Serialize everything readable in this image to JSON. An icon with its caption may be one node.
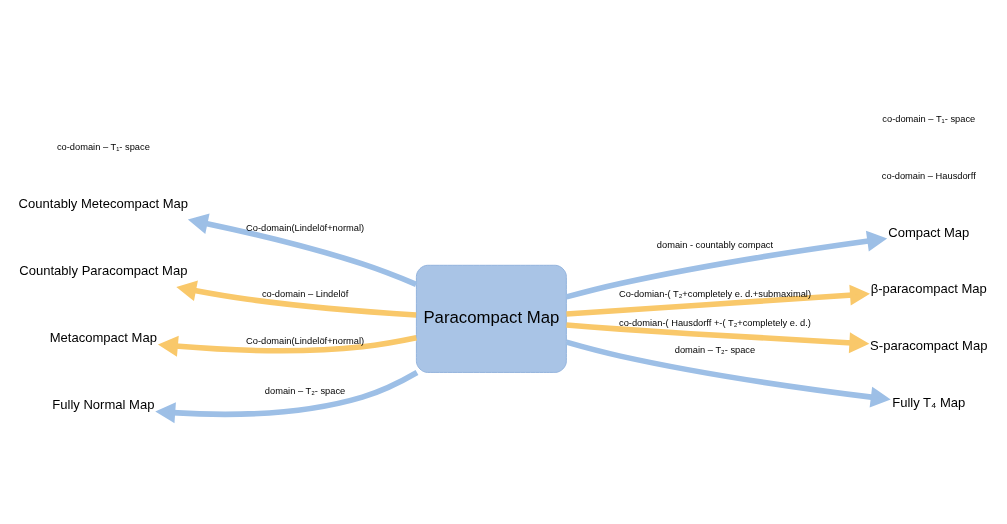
{
  "diagram": {
    "nodes": [
      {
        "text": [
          "Countably Metecompact Map"
        ]
      },
      {
        "text": [
          "Compact Map"
        ]
      },
      {
        "text": [
          "Countably Paracompact Map"
        ]
      },
      {
        "text": [
          "Paracompact Map"
        ]
      },
      {
        "text": [
          "β-paracompact Map"
        ]
      },
      {
        "text": [
          "Metacompact Map"
        ]
      },
      {
        "text": [
          "S-paracompact Map"
        ]
      },
      {
        "text": [
          "Fully Normal Map"
        ]
      },
      {
        "text": [
          "Fully T₄ Map"
        ]
      }
    ],
    "edges": [
      {
        "from": 3,
        "to": 0,
        "arrow": "to",
        "label": "Co-domain(Lindelöf+normal)"
      },
      {
        "from": 3,
        "to": 1,
        "arrow": "to",
        "label": "domain - countably compact"
      },
      {
        "from": 3,
        "to": 2,
        "arrow": "to",
        "label": "co-domain – Lindelöf",
        "color": "#f9c86a"
      },
      {
        "from": 3,
        "to": 4,
        "arrow": "to",
        "label": "Co-domian-( T₂+completely e. d.+submaximal)",
        "color": "#f9c86a"
      },
      {
        "from": 3,
        "to": 5,
        "arrow": "to",
        "label": "Co-domain(Lindelöf+normal)",
        "color": "#f9c86a"
      },
      {
        "from": 3,
        "to": 6,
        "arrow": "to",
        "label": "co-domian-( Hausdorff +-( T₂+completely e. d.)",
        "color": "#f9c86a"
      },
      {
        "from": 3,
        "to": 7,
        "arrow": "to",
        "label": "domain – T₂- space"
      },
      {
        "from": 3,
        "to": 8,
        "arrow": "to",
        "label": "domain – T₂- space"
      }
    ],
    "labels": [
      "co-domain – Hausdorff",
      "co-domain – T₁- space",
      "co-domain – T₁- space"
    ]
  }
}
